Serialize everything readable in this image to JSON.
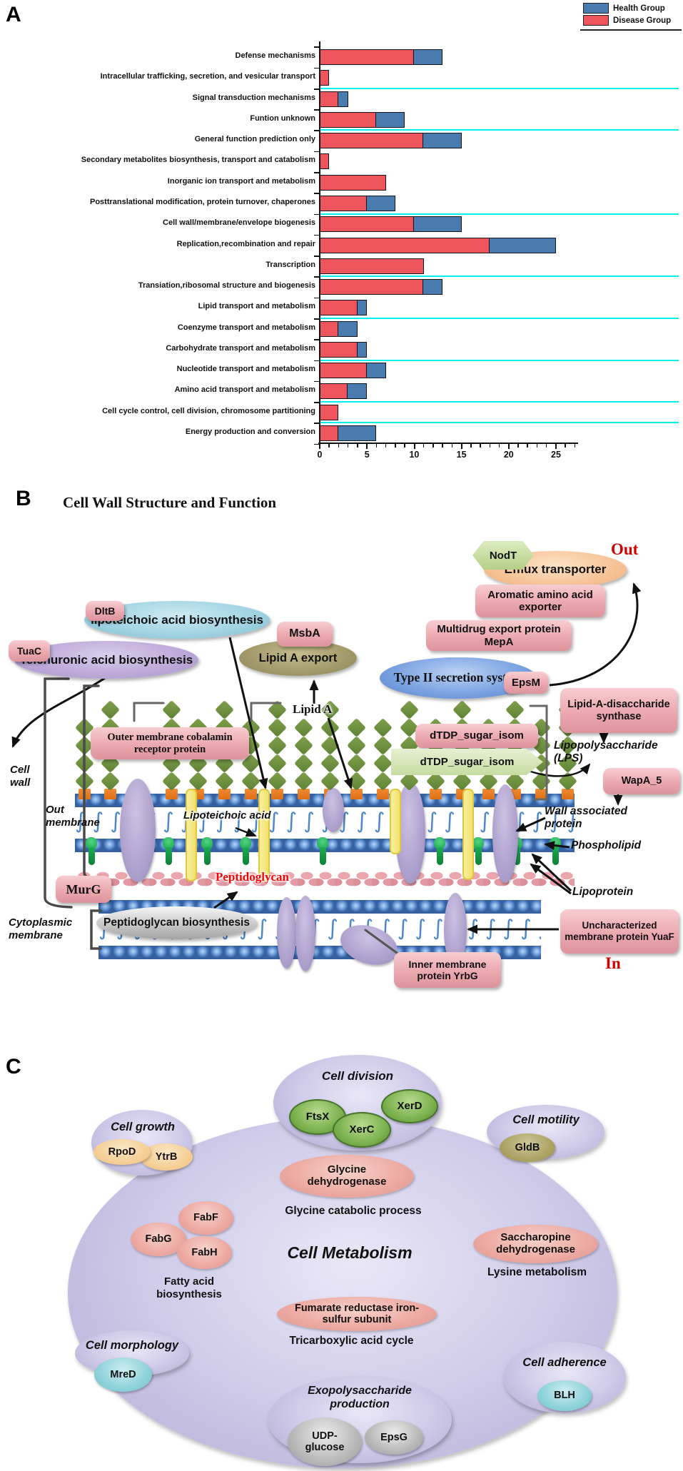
{
  "panel_a": {
    "label": "A",
    "legend": [
      {
        "label": "Health Group",
        "color": "#4a7bae"
      },
      {
        "label": "Disease Group",
        "color": "#ee545c"
      }
    ],
    "chart_data": {
      "type": "bar",
      "orientation": "horizontal",
      "stacked": true,
      "categories": [
        "Defense mechanisms",
        "Intracellular trafficking, secretion, and vesicular transport",
        "Signal transduction mechanisms",
        "Funtion unknown",
        "General function prediction only",
        "Secondary metabolites biosynthesis, transport and catabolism",
        "Inorganic ion transport and metabolism",
        "Posttranslational modification, protein turnover, chaperones",
        "Cell wall/membrane/envelope biogenesis",
        "Replication,recombination and repair",
        "Transcription",
        "Transiation,ribosomal structure and biogenesis",
        "Lipid transport and metabolism",
        "Coenzyme transport and metabolism",
        "Carbohydrate transport and metabolism",
        "Nucleotide transport and metabolism",
        "Amino acid transport and metabolism",
        "Cell cycle control, cell division, chromosome partitioning",
        "Energy production and conversion"
      ],
      "series": [
        {
          "name": "Disease Group",
          "color": "#ee545c",
          "values": [
            10,
            1,
            2,
            6,
            11,
            1,
            7,
            5,
            10,
            18,
            11,
            11,
            4,
            2,
            4,
            5,
            3,
            2,
            2
          ]
        },
        {
          "name": "Health Group",
          "color": "#4a7bae",
          "values": [
            3,
            0,
            1,
            3,
            4,
            0,
            0,
            3,
            5,
            7,
            0,
            2,
            1,
            2,
            1,
            2,
            2,
            0,
            4
          ]
        }
      ],
      "xlim": [
        0,
        27
      ],
      "xticks": [
        0,
        5,
        10,
        15,
        20,
        25
      ],
      "separator_rows_after": [
        2,
        4,
        8,
        11,
        13,
        15,
        17,
        18
      ],
      "separator_color": "#00f0f0",
      "legend_position": "top-right"
    }
  },
  "panel_b": {
    "label": "B",
    "title": "Cell Wall Structure and Function",
    "labels": {
      "dltb": "DltB",
      "lipoteichoic_biosynthesis": "lipoteichoic acid biosynthesis",
      "tuac": "TuaC",
      "teichuronic_biosynthesis": "Teichuronic acid biosynthesis",
      "msba": "MsbA",
      "lipid_a_export": "Lipid A export",
      "nodt": "NodT",
      "efflux_transporter": "Efflux transporter",
      "out": "Out",
      "aromatic_exporter": "Aromatic amino acid exporter",
      "multidrug_mepa": "Multidrug export protein MepA",
      "type_ii_secretion": "Type II secretion system",
      "epsm": "EpsM",
      "lipid_a_disaccharide_synthase": "Lipid-A-disaccharide synthase",
      "lps": "Lipopolysaccharide (LPS)",
      "wapa_5": "WapA_5",
      "wall_associated_protein": "Wall associated protein",
      "phospholipid": "Phospholipid",
      "lipoprotein": "Lipoprotein",
      "yuaf": "Uncharacterized membrane protein YuaF",
      "in": "In",
      "yrbg": "Inner membrane protein YrbG",
      "murg": "MurG",
      "cobalamin_receptor": "Outer membrane cobalamin receptor protein",
      "dtdp_sugar_isom_1": "dTDP_sugar_isom",
      "dtdp_sugar_isom_2": "dTDP_sugar_isom",
      "lipid_a": "Lipid A",
      "lipoteichoic_acid": "Lipoteichoic acid",
      "peptidoglycan": "Peptidoglycan",
      "peptidoglycan_biosynthesis": "Peptidoglycan biosynthesis",
      "cell_wall": "Cell wall",
      "out_membrane": "Out membrane",
      "cytoplasmic_membrane": "Cytoplasmic membrane"
    }
  },
  "panel_c": {
    "label": "C",
    "groups": {
      "cell_division": {
        "title": "Cell division",
        "members": [
          "FtsX",
          "XerC",
          "XerD"
        ]
      },
      "cell_growth": {
        "title": "Cell growth",
        "members": [
          "RpoD",
          "YtrB"
        ]
      },
      "cell_motility": {
        "title": "Cell motility",
        "members": [
          "GldB"
        ]
      },
      "cell_morphology": {
        "title": "Cell morphology",
        "members": [
          "MreD"
        ]
      },
      "cell_adherence": {
        "title": "Cell adherence",
        "members": [
          "BLH"
        ]
      },
      "exopolysaccharide_production": {
        "title": "Exopolysaccharide production",
        "members": [
          "UDP-glucose",
          "EpsG"
        ]
      },
      "cell_metabolism": {
        "title": "Cell Metabolism",
        "processes": [
          {
            "name": "Glycine catabolic process",
            "enzymes": [
              "Glycine dehydrogenase"
            ]
          },
          {
            "name": "Fatty acid biosynthesis",
            "enzymes": [
              "FabF",
              "FabG",
              "FabH"
            ]
          },
          {
            "name": "Lysine metabolism",
            "enzymes": [
              "Saccharopine dehydrogenase"
            ]
          },
          {
            "name": "Tricarboxylic acid cycle",
            "enzymes": [
              "Fumarate reductase iron-sulfur subunit"
            ]
          }
        ]
      }
    }
  }
}
